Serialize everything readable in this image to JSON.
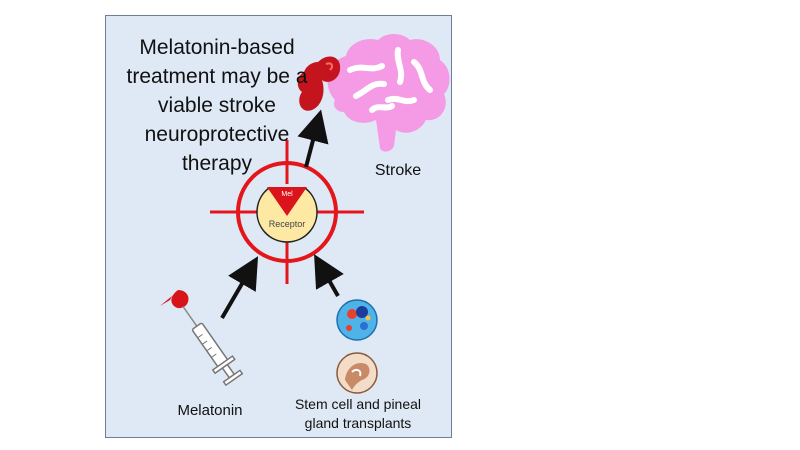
{
  "diagram": {
    "title": "Melatonin-based\ntreatment may be a\nviable stroke\nneuroprotective\ntherapy",
    "stroke_label": "Stroke",
    "melatonin_label": "Melatonin",
    "transplant_label": "Stem cell and pineal\ngland transplants",
    "receptor_label": "Receptor",
    "ligand_label": "Mel"
  },
  "colors": {
    "panel_background": "#dfe9f5",
    "target_red": "#e3161b",
    "receptor_fill": "#fde9a3",
    "brain_pink": "#f59be6",
    "clot_red": "#c4141e",
    "arrow": "#111111"
  },
  "icons": [
    "brain-icon",
    "blood-clot-icon",
    "target-crosshair-icon",
    "receptor-icon",
    "syringe-icon",
    "blood-drop-icon",
    "stem-cell-icon",
    "pineal-gland-icon"
  ]
}
